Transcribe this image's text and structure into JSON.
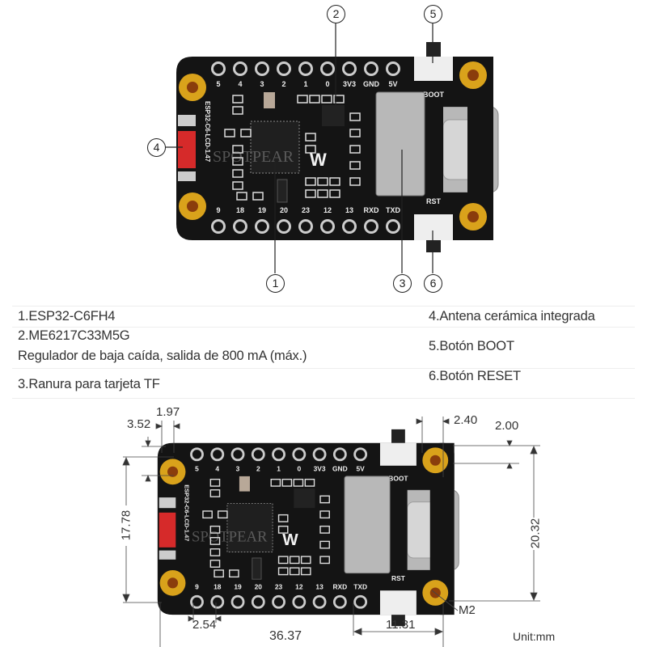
{
  "colors": {
    "pcb": "#141414",
    "gold": "#d9a21b",
    "pad": "#e8e8e8",
    "antenna": "#d62a2a",
    "metal": "#b8b8b8"
  },
  "board": {
    "top_pins": [
      "5",
      "4",
      "3",
      "2",
      "1",
      "0",
      "3V3",
      "GND",
      "5V"
    ],
    "bottom_pins": [
      "9",
      "18",
      "19",
      "20",
      "23",
      "12",
      "13",
      "RXD",
      "TXD"
    ],
    "boot_label": "BOOT",
    "rst_label": "RST",
    "side_label": "ESP32-C6-LCD-1.47",
    "watermark": "SPOTPEAR"
  },
  "callouts": [
    "1",
    "2",
    "3",
    "4",
    "5",
    "6"
  ],
  "features": {
    "left": [
      "1.ESP32-C6FH4",
      "2.ME6217C33M5G",
      "Regulador de baja caída, salida de 800 mA (máx.)",
      "3.Ranura para tarjeta TF"
    ],
    "right": [
      "4.Antena cerámica integrada",
      "5.Botón BOOT",
      "6.Botón RESET"
    ]
  },
  "dimensions": {
    "d352": "3.52",
    "d197": "1.97",
    "d240": "2.40",
    "d200": "2.00",
    "d2032": "20.32",
    "d1778": "17.78",
    "d254": "2.54",
    "d3637": "36.37",
    "d1131": "11.31",
    "hole": "M2",
    "unit": "Unit:mm"
  }
}
